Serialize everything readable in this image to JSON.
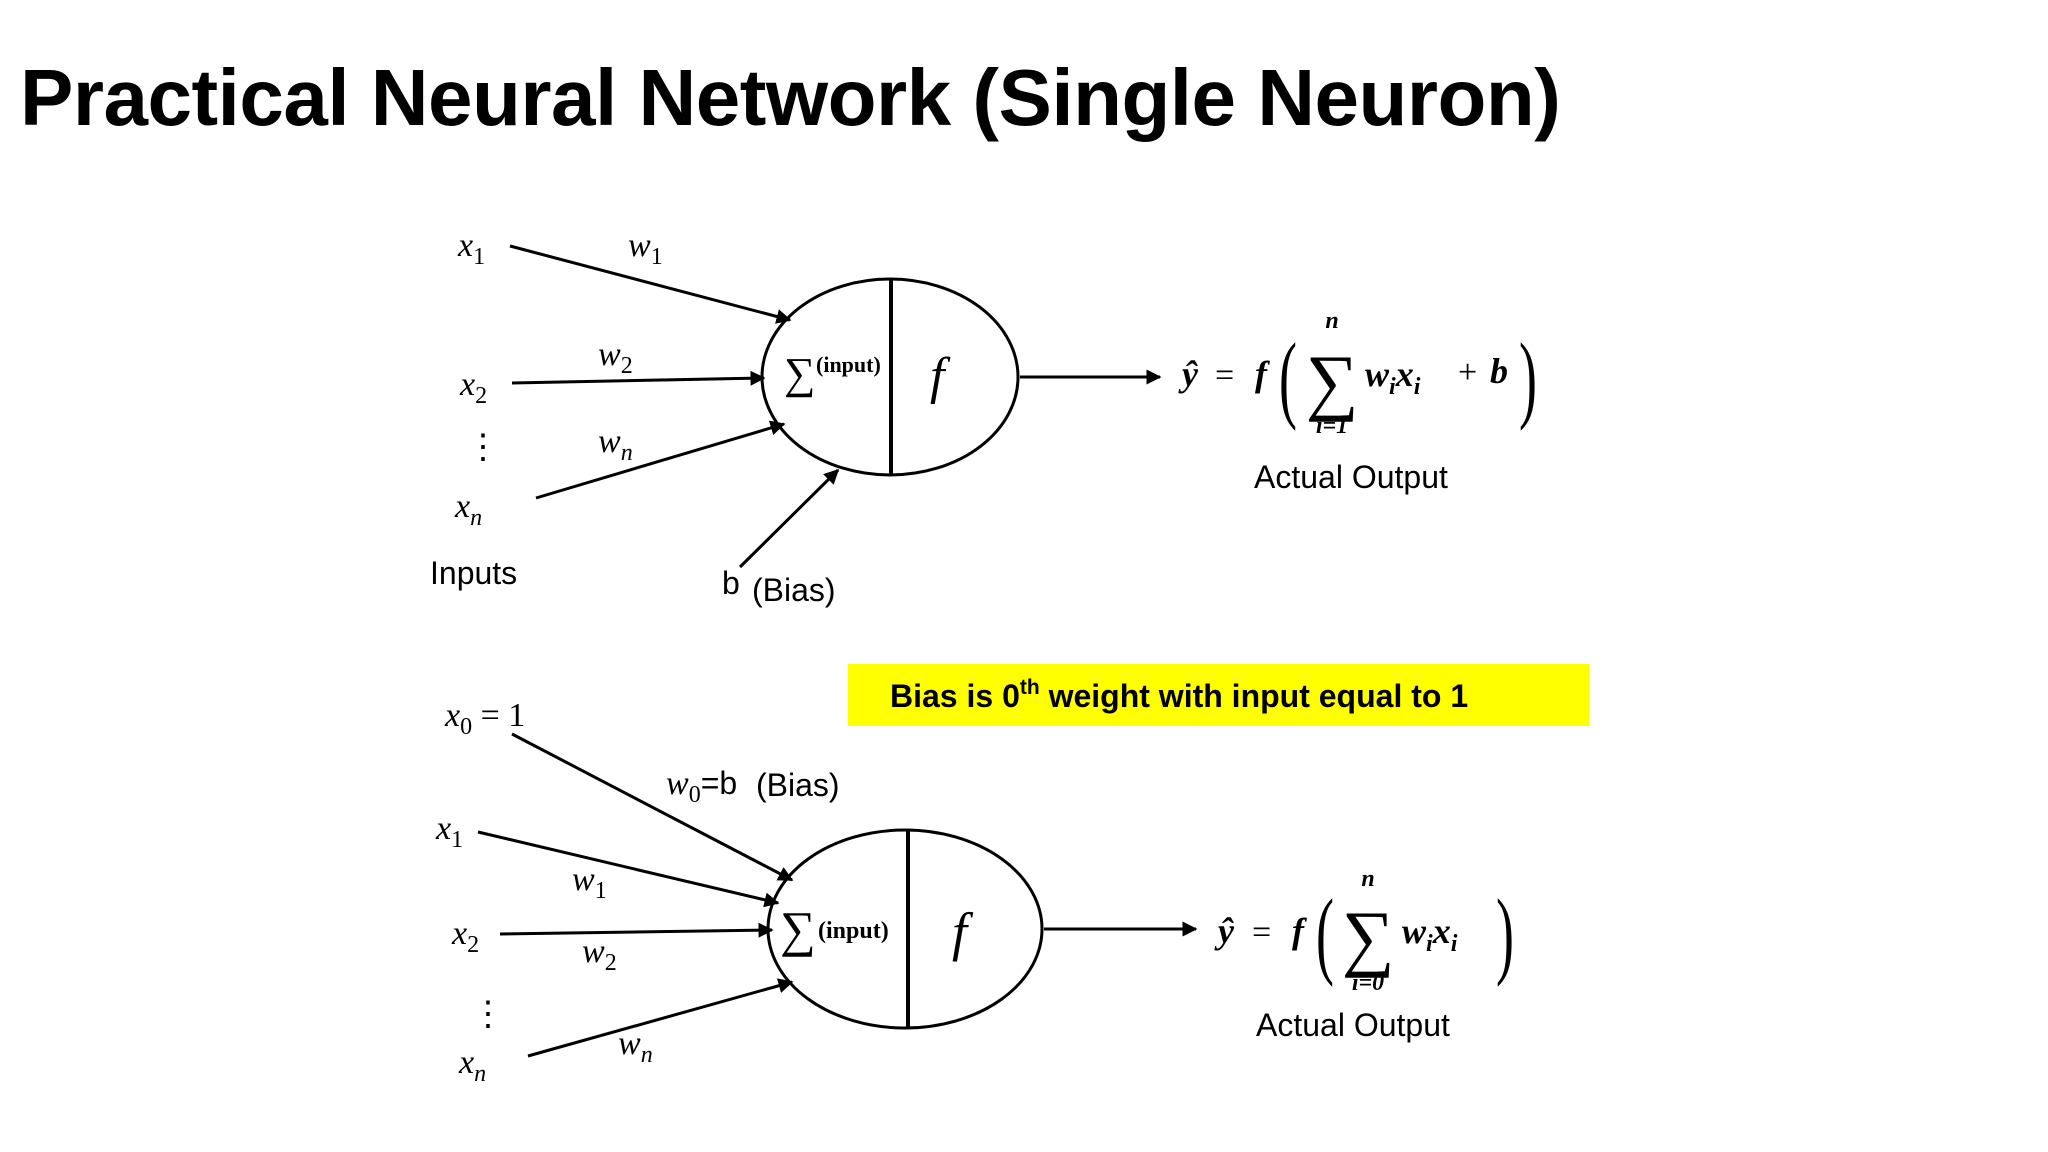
{
  "title": "Practical Neural Network (Single Neuron)",
  "top": {
    "inputs": [
      {
        "var": "x",
        "sub": "1"
      },
      {
        "var": "x",
        "sub": "2"
      },
      {
        "var": "x",
        "sub": "n"
      }
    ],
    "ellipsis": "⋮",
    "weights": [
      {
        "var": "w",
        "sub": "1"
      },
      {
        "var": "w",
        "sub": "2"
      },
      {
        "var": "w",
        "sub": "n"
      }
    ],
    "inputs_label": "Inputs",
    "bias_symbol": "b",
    "bias_label": "(Bias)",
    "sum_symbol": "∑",
    "sum_label": "(input)",
    "activation": "f",
    "formula": {
      "yhat": "ŷ",
      "equals": "=",
      "f": "f",
      "paren_open": "(",
      "paren_close": ")",
      "sigma": "∑",
      "upper": "n",
      "lower": "i=1",
      "w": "w",
      "w_sub": "i",
      "x": "x",
      "x_sub": "i",
      "plus": "+",
      "b": "b"
    },
    "output_label": "Actual Output"
  },
  "callout": {
    "text_before": "Bias is 0",
    "superscript": "th",
    "text_after": " weight with input equal to 1",
    "background": "#ffff00"
  },
  "bottom": {
    "x0": {
      "var": "x",
      "sub": "0",
      "rest": " = 1"
    },
    "inputs": [
      {
        "var": "x",
        "sub": "1"
      },
      {
        "var": "x",
        "sub": "2"
      },
      {
        "var": "x",
        "sub": "n"
      }
    ],
    "ellipsis": "⋮",
    "w0": {
      "var": "w",
      "sub": "0",
      "rest": "=b",
      "label": "(Bias)"
    },
    "weights": [
      {
        "var": "w",
        "sub": "1"
      },
      {
        "var": "w",
        "sub": "2"
      },
      {
        "var": "w",
        "sub": "n"
      }
    ],
    "sum_symbol": "∑",
    "sum_label": "(input)",
    "activation": "f",
    "formula": {
      "yhat": "ŷ",
      "equals": "=",
      "f": "f",
      "paren_open": "(",
      "paren_close": ")",
      "sigma": "∑",
      "upper": "n",
      "lower": "i=0",
      "w": "w",
      "w_sub": "i",
      "x": "x",
      "x_sub": "i"
    },
    "output_label": "Actual Output"
  }
}
